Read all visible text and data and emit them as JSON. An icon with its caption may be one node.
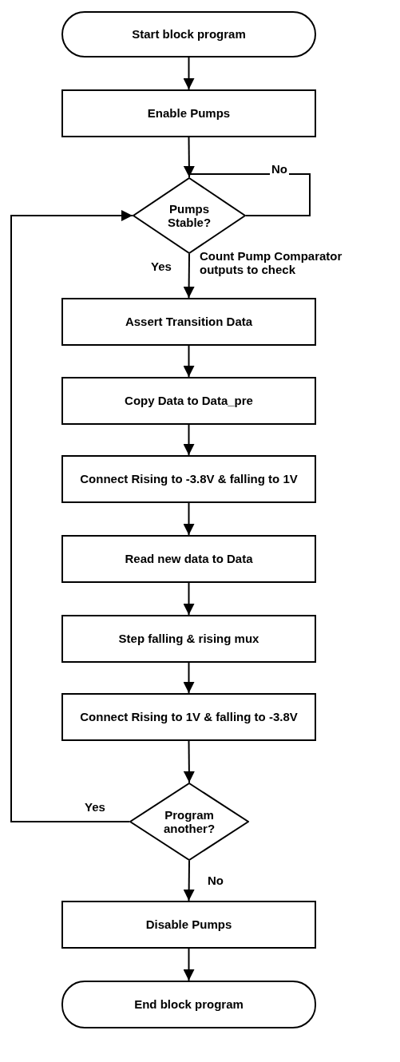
{
  "diagram": {
    "nodes": [
      {
        "text": [
          "Start block program"
        ]
      },
      {
        "text": [
          "Enable Pumps"
        ]
      },
      {
        "text": [
          "Pumps Stable?"
        ]
      },
      {
        "text": [
          "Assert Transition Data"
        ]
      },
      {
        "text": [
          "Copy Data to Data_pre"
        ]
      },
      {
        "text": [
          "Connect Rising to -3.8V & falling to 1V"
        ]
      },
      {
        "text": [
          "Read new data to Data"
        ]
      },
      {
        "text": [
          "Step falling & rising mux"
        ]
      },
      {
        "text": [
          "Connect Rising to 1V & falling to -3.8V"
        ]
      },
      {
        "text": [
          "Program another?"
        ]
      },
      {
        "text": [
          "Disable Pumps"
        ]
      },
      {
        "text": [
          "End block program"
        ]
      }
    ],
    "edges": [
      {
        "from": 0,
        "to": 1,
        "arrow": "to"
      },
      {
        "from": 1,
        "to": 2,
        "arrow": "to"
      },
      {
        "from": 2,
        "to": 2,
        "arrow": "none",
        "label": "No"
      },
      {
        "from": 2,
        "to": 3,
        "arrow": "to",
        "label": "Yes"
      },
      {
        "from": 3,
        "to": 4,
        "arrow": "to"
      },
      {
        "from": 4,
        "to": 5,
        "arrow": "to"
      },
      {
        "from": 5,
        "to": 6,
        "arrow": "to"
      },
      {
        "from": 6,
        "to": 7,
        "arrow": "to"
      },
      {
        "from": 7,
        "to": 8,
        "arrow": "to"
      },
      {
        "from": 8,
        "to": 9,
        "arrow": "to"
      },
      {
        "from": 9,
        "to": 2,
        "arrow": "to",
        "label": "Yes"
      },
      {
        "from": 9,
        "to": 10,
        "arrow": "to",
        "label": "No"
      },
      {
        "from": 10,
        "to": 11,
        "arrow": "to"
      }
    ],
    "labels": [
      "Count Pump Comparator outputs to check"
    ]
  }
}
